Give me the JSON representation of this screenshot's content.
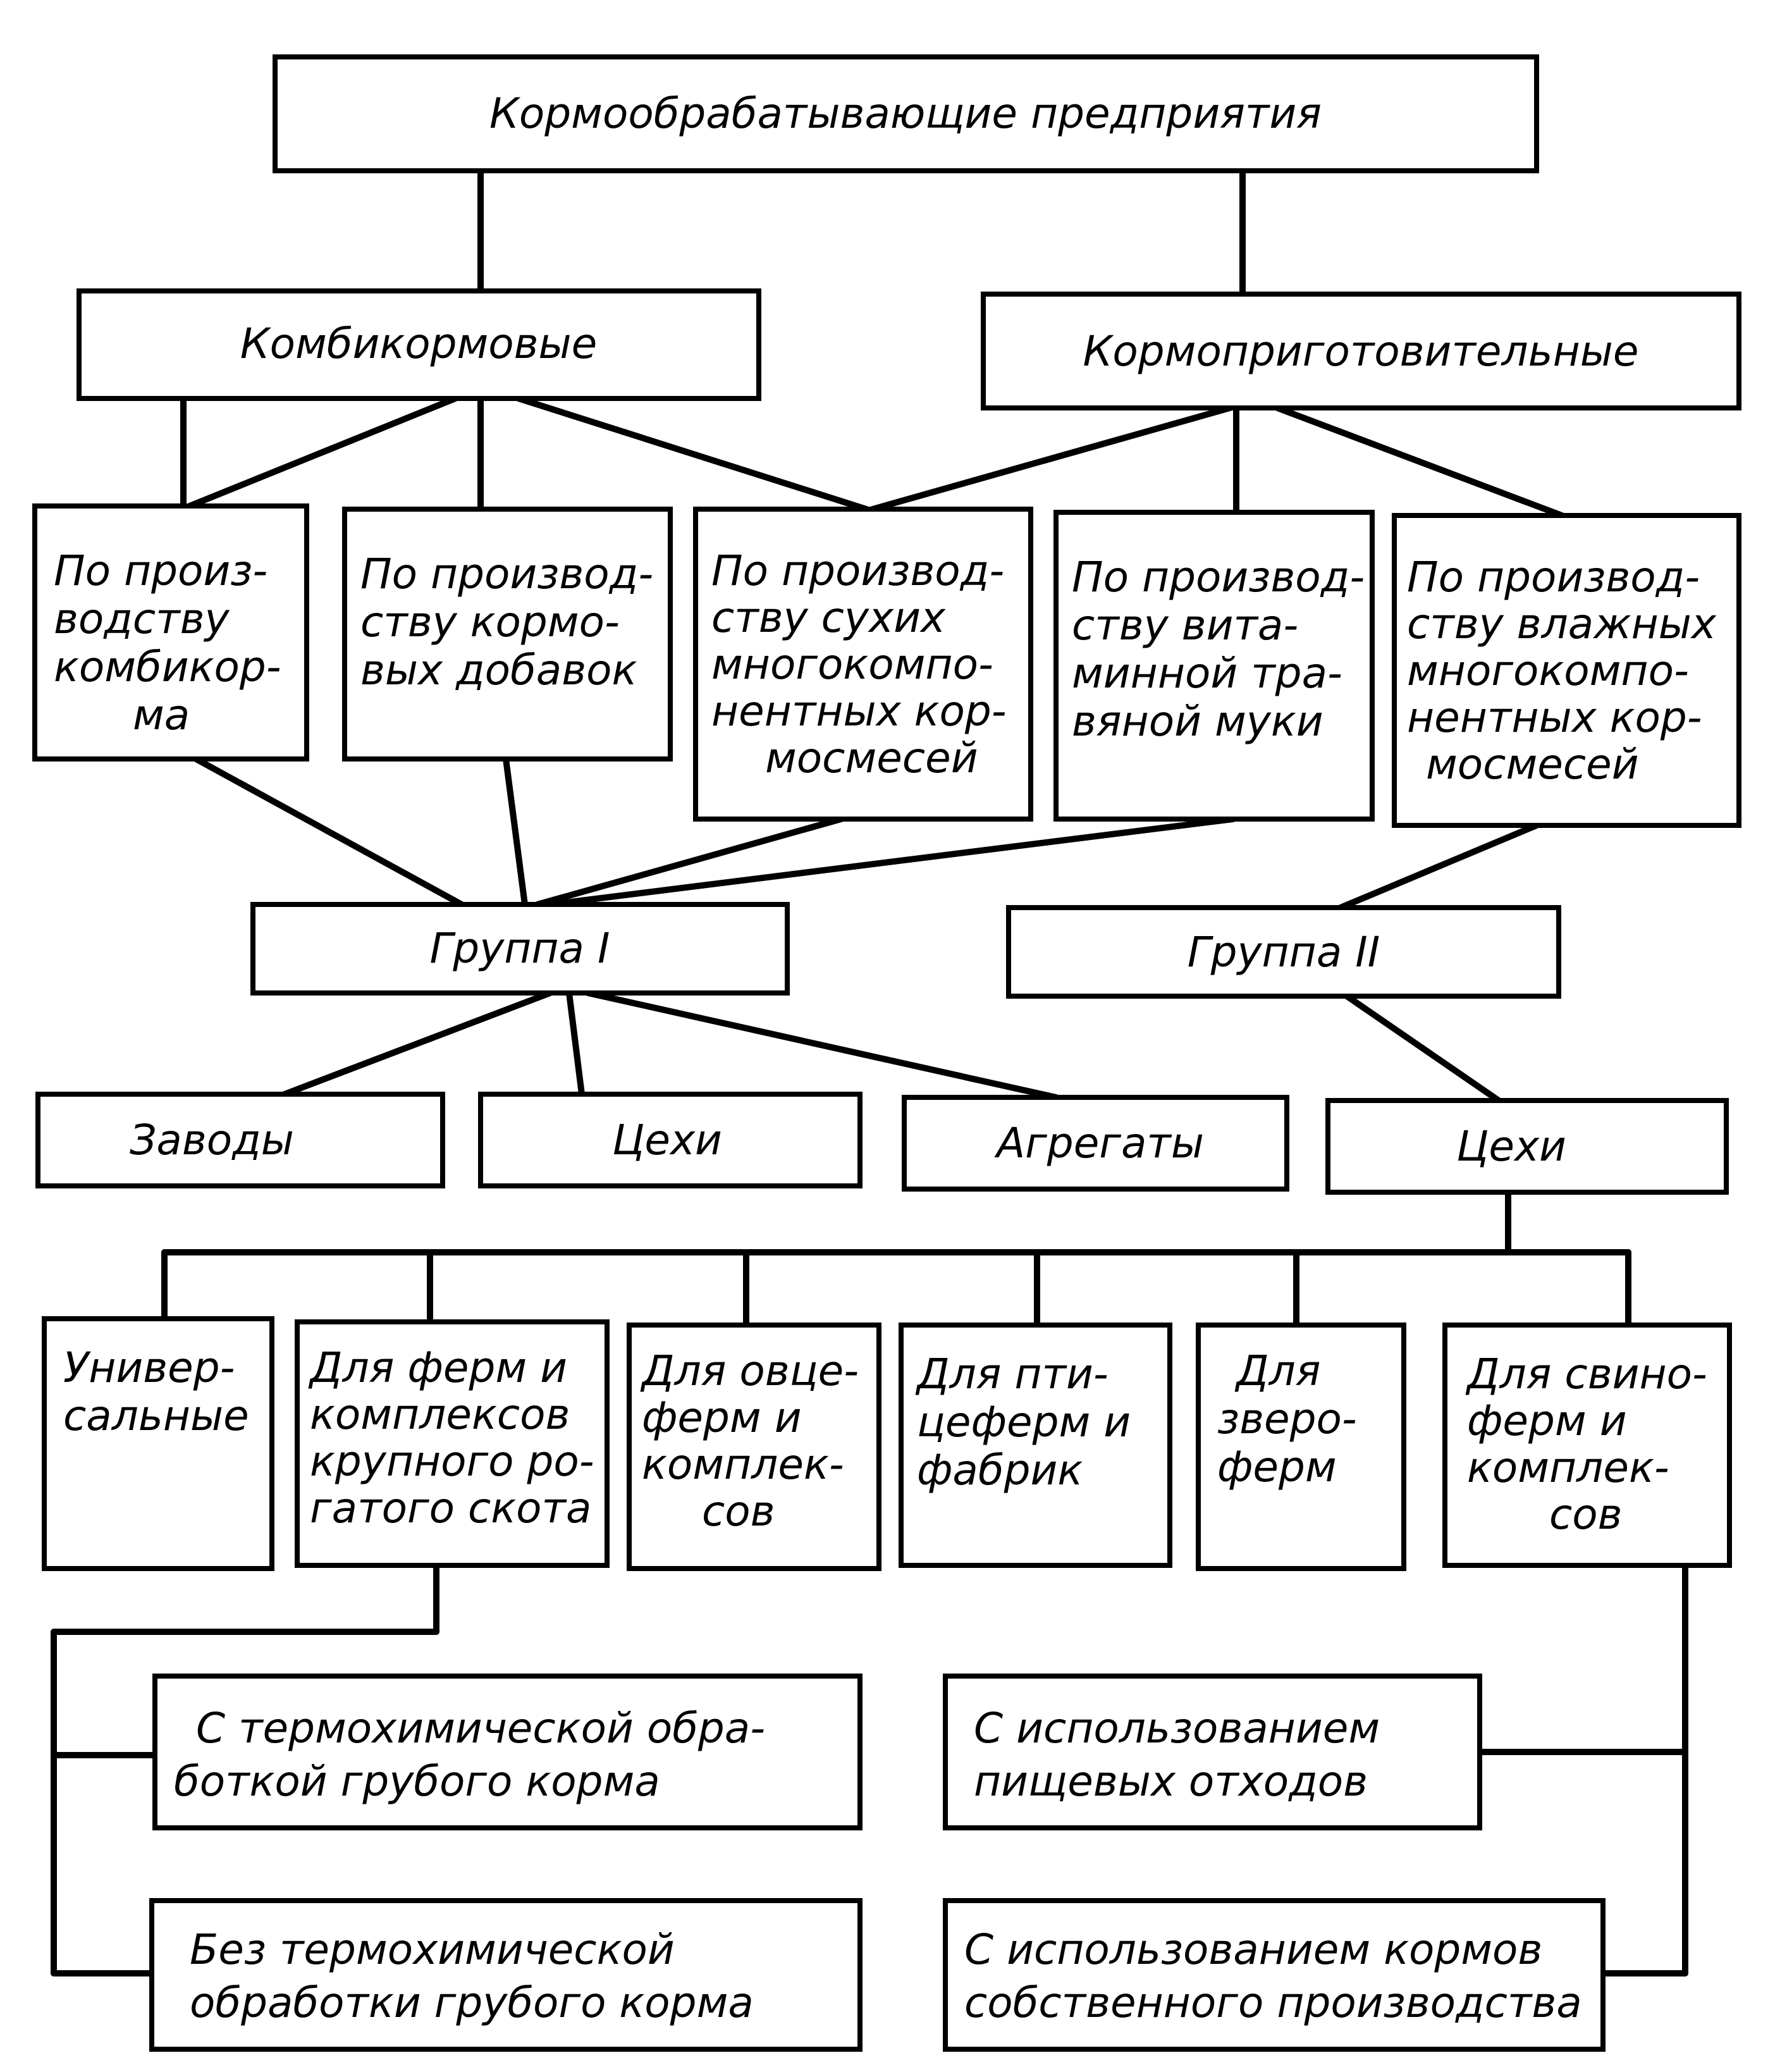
{
  "diagram": {
    "top": {
      "label": "Кормообрабатывающие предприятия"
    },
    "types": {
      "combined": {
        "label": "Комбикормовые"
      },
      "preparation": {
        "label": "Кормоприготовительные"
      }
    },
    "production": [
      {
        "id": "p1",
        "lines": [
          "По произ-",
          "водству",
          "комбикор-",
          "ма"
        ]
      },
      {
        "id": "p2",
        "lines": [
          "По производ-",
          "ству кормо-",
          "вых добавок"
        ]
      },
      {
        "id": "p3",
        "lines": [
          "По производ-",
          "ству сухих",
          "многокомпо-",
          "нентных кор-",
          "мосмесей"
        ]
      },
      {
        "id": "p4",
        "lines": [
          "По производ-",
          "ству вита-",
          "минной тра-",
          "вяной муки"
        ]
      },
      {
        "id": "p5",
        "lines": [
          "По производ-",
          "ству влажных",
          "многокомпо-",
          "нентных кор-",
          "мосмесей"
        ]
      }
    ],
    "groups": {
      "group1": {
        "label": "Группа I"
      },
      "group2": {
        "label": "Группа II"
      }
    },
    "units": [
      {
        "id": "u1",
        "label": "Заводы"
      },
      {
        "id": "u2",
        "label": "Цехи"
      },
      {
        "id": "u3",
        "label": "Агрегаты"
      },
      {
        "id": "u4",
        "label": "Цехи"
      }
    ],
    "purpose": [
      {
        "id": "f1",
        "lines": [
          "Универ-",
          "сальные"
        ]
      },
      {
        "id": "f2",
        "lines": [
          "Для ферм и",
          "комплексов",
          "крупного ро-",
          "гатого скота"
        ]
      },
      {
        "id": "f3",
        "lines": [
          "Для овце-",
          "ферм и",
          "комплек-",
          "сов"
        ]
      },
      {
        "id": "f4",
        "lines": [
          "Для пти-",
          "цеферм и",
          "фабрик"
        ]
      },
      {
        "id": "f5",
        "lines": [
          "Для",
          "зверо-",
          "ферм"
        ]
      },
      {
        "id": "f6",
        "lines": [
          "Для свино-",
          "ферм и",
          "комплек-",
          "сов"
        ]
      }
    ],
    "cattle_options": [
      {
        "id": "c1",
        "lines": [
          "С термохимической обра-",
          "боткой грубого корма"
        ]
      },
      {
        "id": "c2",
        "lines": [
          "Без термохимической",
          "обработки грубого корма"
        ]
      }
    ],
    "pig_options": [
      {
        "id": "s1",
        "lines": [
          "С использованием",
          "пищевых отходов"
        ]
      },
      {
        "id": "s2",
        "lines": [
          "С использованием кормов",
          "собственного производства"
        ]
      }
    ]
  }
}
